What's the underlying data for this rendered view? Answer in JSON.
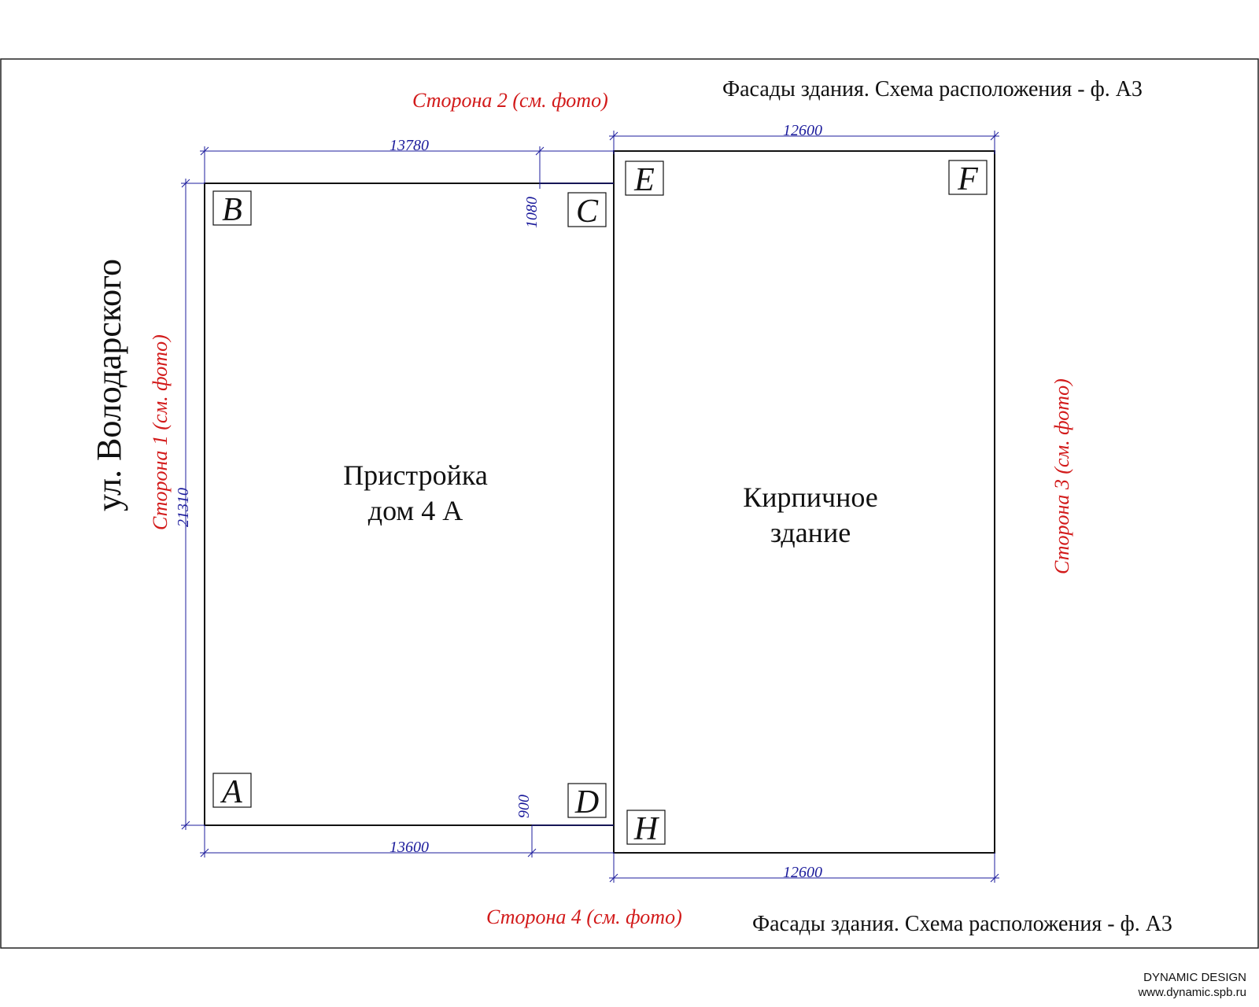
{
  "title_top": "Фасады здания. Схема расположения - ф. А3",
  "title_bottom": "Фасады здания. Схема расположения - ф. А3",
  "street": "ул. Володарского",
  "sides": {
    "side1": "Сторона 1 (см. фото)",
    "side2": "Сторона 2 (см. фото)",
    "side3": "Сторона 3 (см. фото)",
    "side4": "Сторона 4 (см. фото)"
  },
  "buildings": {
    "annex_line1": "Пристройка",
    "annex_line2": "дом 4 А",
    "brick_line1": "Кирпичное",
    "brick_line2": "здание"
  },
  "corners": [
    "A",
    "B",
    "C",
    "D",
    "E",
    "F",
    "H"
  ],
  "dimensions": {
    "annex_top": "13780",
    "annex_bottom": "13600",
    "annex_height": "21310",
    "offset_top": "1080",
    "offset_bottom": "900",
    "brick_top": "12600",
    "brick_bottom": "12600"
  },
  "footer": {
    "company": "DYNAMIC DESIGN",
    "url": "www.dynamic.spb.ru"
  },
  "colors": {
    "labels": "#d21a1a",
    "dimensions": "#1c1c9c",
    "lines": "#111111"
  }
}
